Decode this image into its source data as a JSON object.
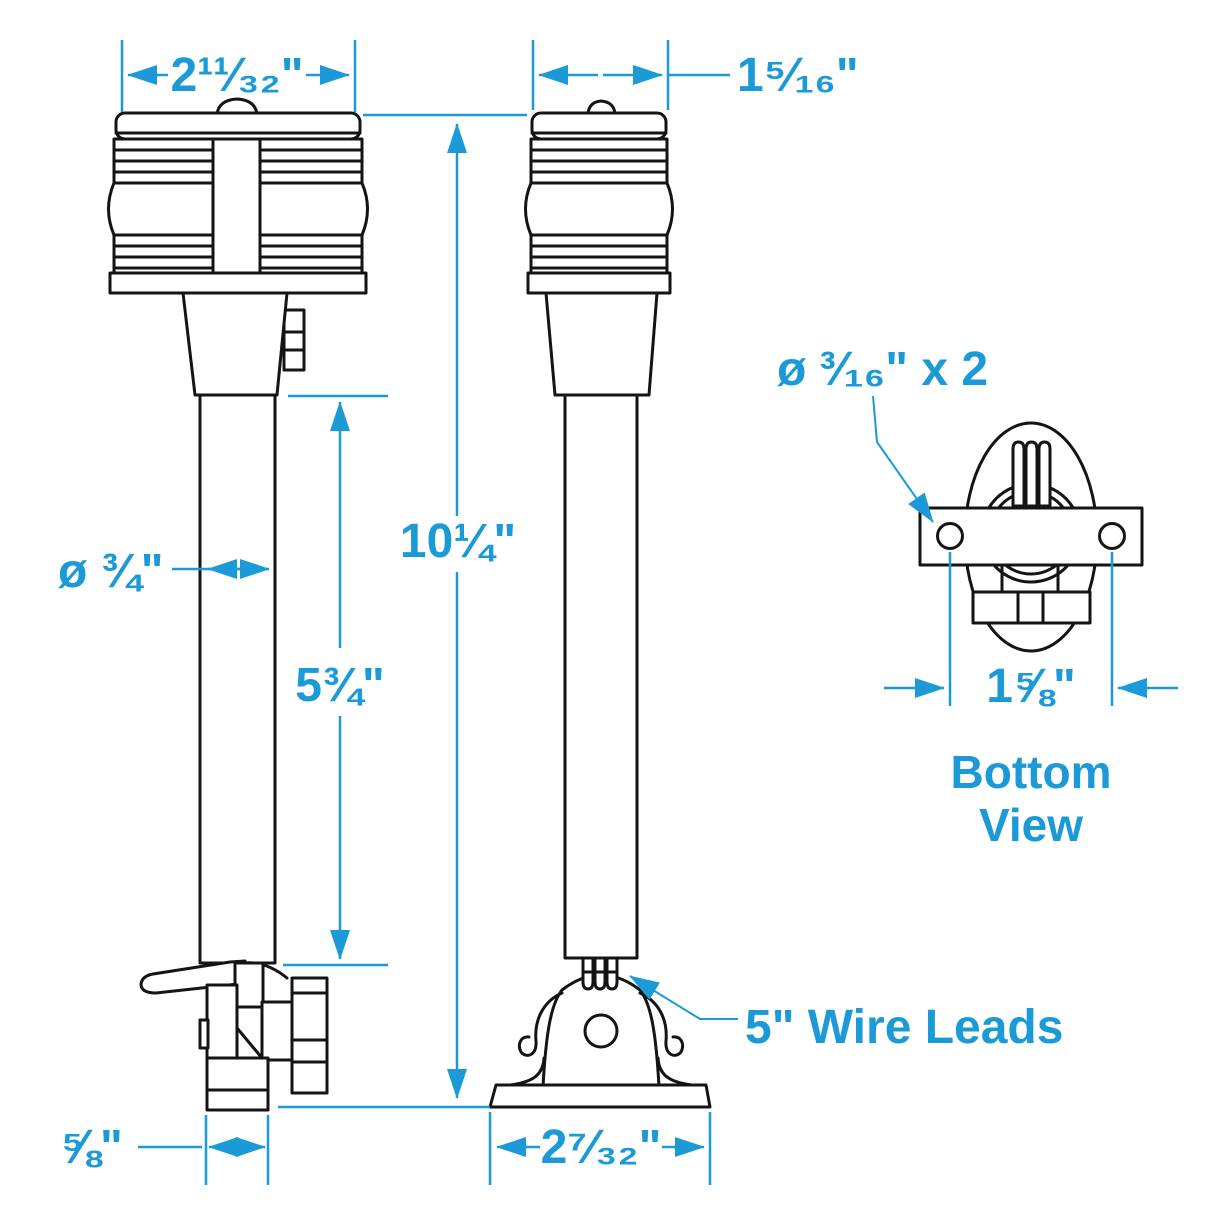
{
  "colors": {
    "dimension_blue": "#1b9ad7",
    "drawing_black": "#141414",
    "background": "#ffffff"
  },
  "labels": {
    "front_housing_width": "2¹¹⁄₃₂\"",
    "side_housing_width": "1⁵⁄₁₆\"",
    "overall_height": "10¼\"",
    "pole_length": "5¾\"",
    "pole_diameter": "ø ¾\"",
    "mount_holes": "ø ³⁄₁₆\" x 2",
    "mount_hole_spacing": "1⅝\"",
    "bracket_width": "⅝\"",
    "base_width": "2⁷⁄₃₂\"",
    "wire_leads": "5\" Wire Leads",
    "bottom_view_caption_line1": "Bottom",
    "bottom_view_caption_line2": "View"
  }
}
